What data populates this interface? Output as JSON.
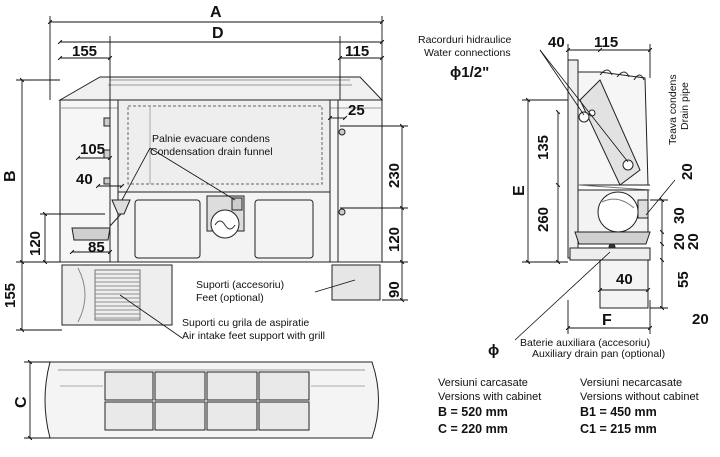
{
  "dims": {
    "A": "A",
    "D": "D",
    "155_top": "155",
    "115_top": "115",
    "25": "25",
    "105": "105",
    "40_left": "40",
    "85": "85",
    "B": "B",
    "120_left": "120",
    "155_left": "155",
    "230": "230",
    "120_right": "120",
    "90": "90",
    "C": "C",
    "40_top_right": "40",
    "115_top_right": "115",
    "135": "135",
    "E": "E",
    "260": "260",
    "drain_20": "20",
    "30": "30",
    "20_mid": "20",
    "20_low": "20",
    "55": "55",
    "40_bottom_right": "40",
    "F": "F",
    "aux_20": "20"
  },
  "notes": {
    "drain_funnel_ro": "Palnie evacuare condens",
    "drain_funnel_en": "Condensation drain funnel",
    "feet_ro": "Suporti (accesoriu)",
    "feet_en": "Feet (optional)",
    "grill_ro": "Suporti cu grila de aspiratie",
    "grill_en": "Air intake feet support with grill",
    "water_ro": "Racorduri hidraulice",
    "water_en": "Water connections",
    "pipe_size": "ϕ1/2\"",
    "drain_pipe_ro": "Teava condens",
    "drain_pipe_en": "Drain pipe",
    "phi": "ϕ",
    "aux_ro": "Baterie auxiliara (accesoriu)",
    "aux_en": "Auxiliary drain pan (optional)"
  },
  "legend": {
    "cab_ro": "Versiuni carcasate",
    "cab_en": "Versions with cabinet",
    "cab_b": "B = 520 mm",
    "cab_c": "C = 220 mm",
    "nocab_ro": "Versiuni necarcasate",
    "nocab_en": "Versions without cabinet",
    "nocab_b": "B1 = 450 mm",
    "nocab_c": "C1 = 215 mm"
  }
}
